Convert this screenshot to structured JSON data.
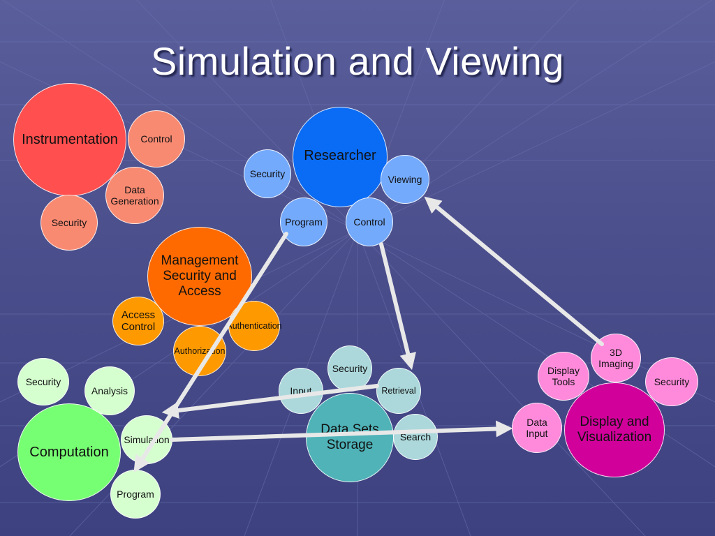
{
  "slide": {
    "title": "Simulation and Viewing"
  },
  "clusters": {
    "instrumentation": {
      "main": "Instrumentation",
      "control": "Control",
      "data_generation": [
        "Data",
        "Generation"
      ],
      "security": "Security"
    },
    "researcher": {
      "main": "Researcher",
      "security": "Security",
      "viewing": "Viewing",
      "program": "Program",
      "control": "Control"
    },
    "management": {
      "main": [
        "Management",
        "Security and",
        "Access"
      ],
      "access_control": [
        "Access",
        "Control"
      ],
      "authentication": "Authentication",
      "authorization": "Authorization"
    },
    "computation": {
      "main": "Computation",
      "security": "Security",
      "analysis": "Analysis",
      "simulation": "Simulation",
      "program": "Program"
    },
    "storage": {
      "main": [
        "Data Sets",
        "Storage"
      ],
      "security": "Security",
      "input": "Input",
      "retrieval": "Retrieval",
      "search": "Search"
    },
    "display": {
      "main": [
        "Display and",
        "Visualization"
      ],
      "imaging": [
        "3D",
        "Imaging"
      ],
      "display_tools": [
        "Display",
        "Tools"
      ],
      "security": "Security",
      "data_input": [
        "Data",
        "Input"
      ]
    }
  },
  "colors": {
    "background": "#4b4f8c",
    "arrow": "#e8e8e8",
    "instrumentation": "#ff4f4f",
    "researcher": "#0a6cf5",
    "management": "#ff6a00",
    "computation": "#77ff73",
    "storage": "#4fb3b8",
    "display": "#d1009b"
  }
}
